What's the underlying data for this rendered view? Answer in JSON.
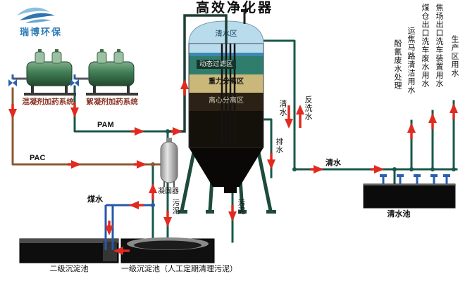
{
  "logo": {
    "text": "瑞博环保"
  },
  "title": "高效净化器",
  "vessel": {
    "zone_clear": "清水区",
    "zone_dynamic_filter": "动态过滤区",
    "zone_gravity": "重力分离区",
    "zone_centrifugal": "离心分离区"
  },
  "dosing_systems": {
    "coagulant": "混凝剂加药系统",
    "flocculant": "絮凝剂加药系统",
    "pac_label": "PAC",
    "pam_label": "PAM"
  },
  "equipment": {
    "coagulator": "凝固器"
  },
  "flow_labels": {
    "coal_water": "煤水",
    "sludge_coagulator": "污泥",
    "sludge_vessel": "污泥",
    "drain": "排水",
    "clean_water_down": "清水",
    "backwash_water": "反洗水",
    "clean_water_out": "清水"
  },
  "tanks": {
    "secondary_sedimentation": "二级沉淀池",
    "primary_sedimentation": "一级沉淀池（人工定期清理污泥）",
    "clean_water_pool": "清水池"
  },
  "water_outlets": [
    "酚氰废水处理",
    "运焦马路清洁用水",
    "煤仓出口洗车废水用水",
    "焦场出口洗车装置用水",
    "生产区用水"
  ],
  "colors": {
    "pipe": "#19584a",
    "pac_pipe": "#8a5a33",
    "coal_pipe": "#2857a8",
    "arrow": "#e02b20"
  }
}
